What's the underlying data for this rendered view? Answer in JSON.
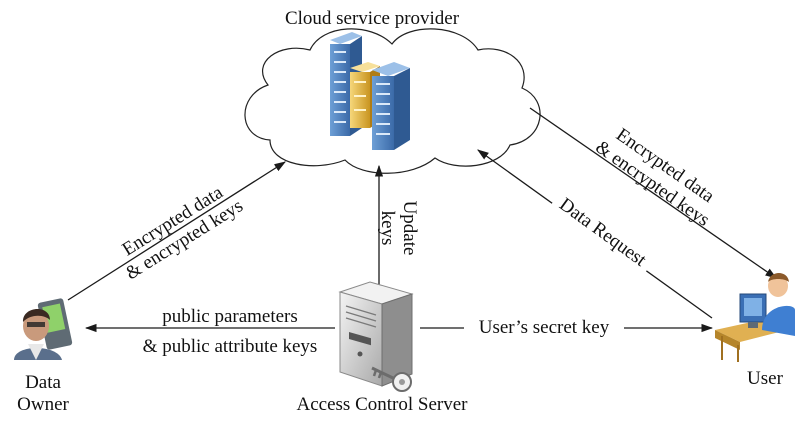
{
  "cloud": {
    "title": "Cloud service provider"
  },
  "data_owner": {
    "label_line1": "Data",
    "label_line2": "Owner"
  },
  "user": {
    "label": "User"
  },
  "server": {
    "label": "Access Control Server"
  },
  "edges": {
    "owner_to_cloud": {
      "line1": "Encrypted data",
      "line2": "& encrypted keys"
    },
    "cloud_to_user": {
      "line1": "Encrypted data",
      "line2": "& encrypted keys"
    },
    "user_request": {
      "label": "Data Request"
    },
    "server_to_cloud": {
      "line1": "Update",
      "line2": "keys"
    },
    "server_to_owner": {
      "line1": "public parameters",
      "line2": "& public attribute keys"
    },
    "server_to_user": {
      "label": "User’s secret key"
    }
  },
  "colors": {
    "arrow": "#1a1a1a",
    "server_blue": "#4a7fbf",
    "server_gold": "#e3b43e",
    "access_server_body": "#d9d9d9"
  },
  "icons": [
    "cloud-icon",
    "server-rack-icon",
    "person-phone-icon",
    "user-at-desk-icon",
    "access-server-icon",
    "key-icon"
  ]
}
